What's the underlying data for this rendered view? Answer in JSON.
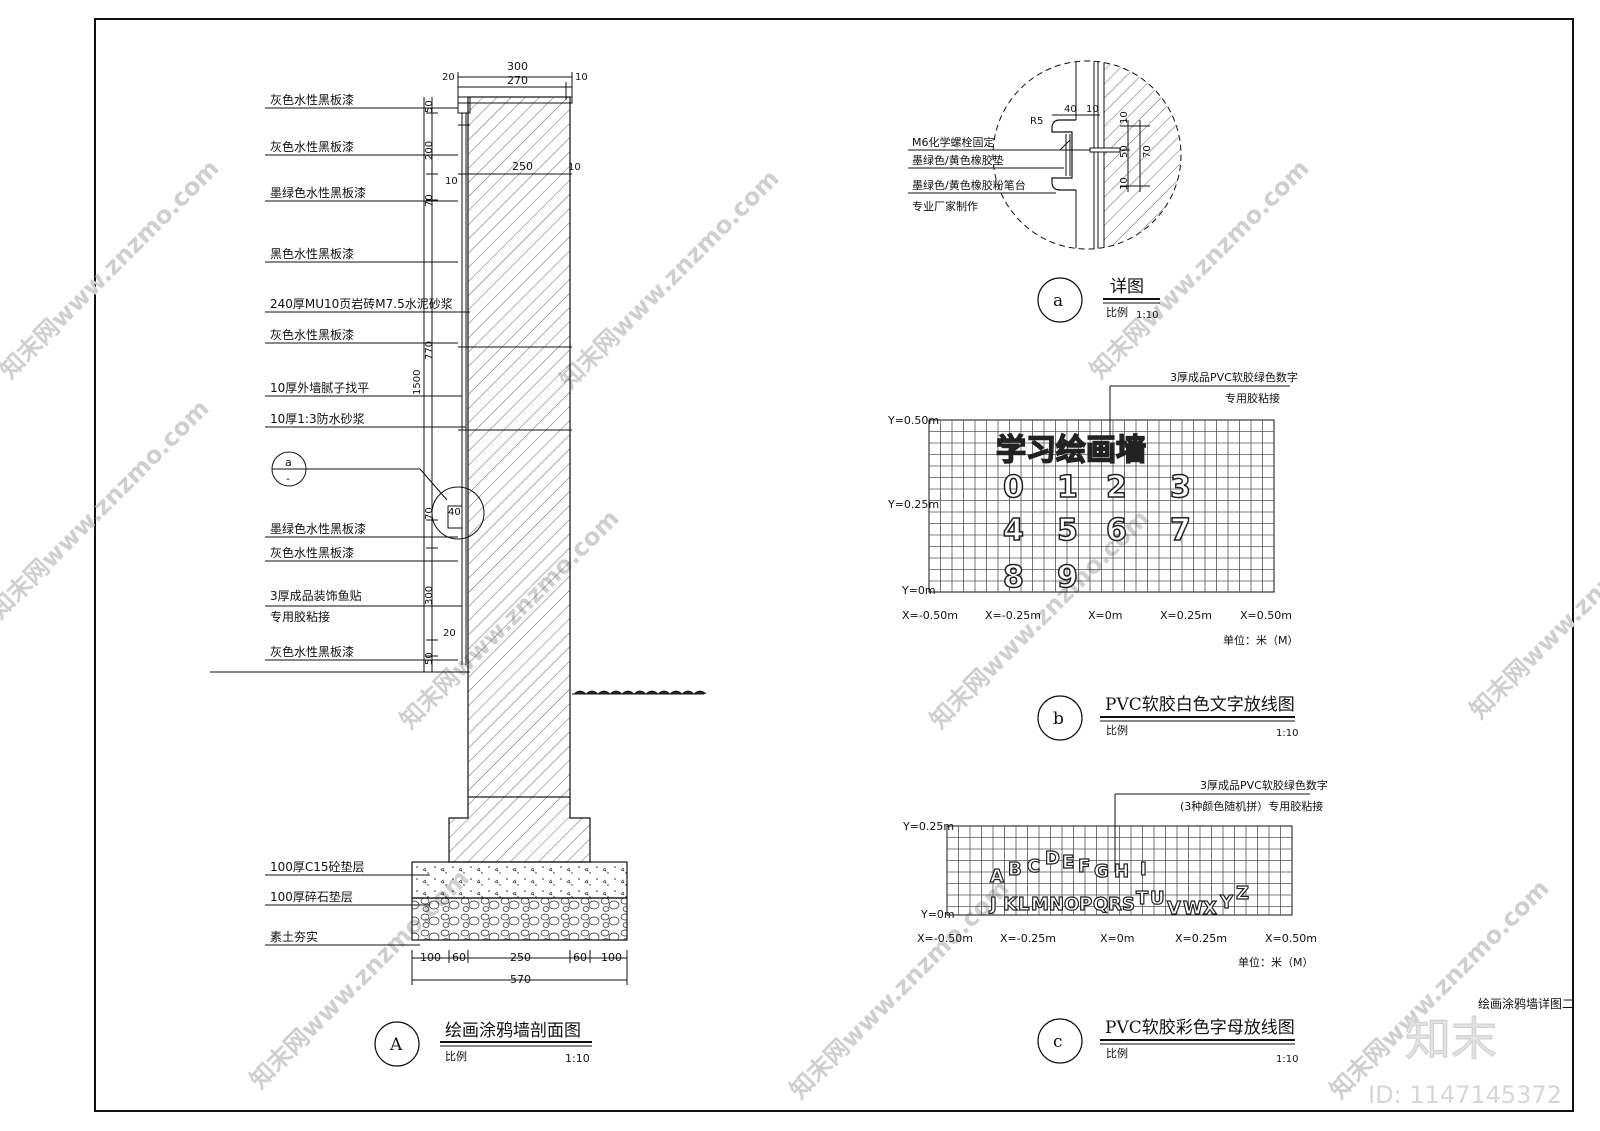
{
  "section_A": {
    "title": "绘画涂鸦墙剖面图",
    "circle": "A",
    "scale_label": "比例",
    "scale_value": "1:10",
    "callouts": [
      "灰色水性黑板漆",
      "灰色水性黑板漆",
      "墨绿色水性黑板漆",
      "黑色水性黑板漆",
      "240厚MU10页岩砖M7.5水泥砂浆",
      "灰色水性黑板漆",
      "10厚外墙腻子找平",
      "10厚1:3防水砂浆",
      "墨绿色水性黑板漆",
      "灰色水性黑板漆",
      "3厚成品装饰鱼贴",
      "专用胶粘接",
      "灰色水性黑板漆"
    ],
    "base_callouts": [
      "100厚C15砼垫层",
      "100厚碎石垫层",
      "素土夯实"
    ],
    "top_dims": [
      "300",
      "270",
      "20",
      "10"
    ],
    "inner_dim": "250",
    "inner_dim_small": "10",
    "side_dims": [
      "50",
      "200",
      "10",
      "70",
      "770",
      "1500",
      "70",
      "300",
      "20",
      "50",
      "40"
    ],
    "bottom_dims": [
      "100",
      "60",
      "250",
      "60",
      "100"
    ],
    "total_dim": "570",
    "detail_marker_top": "a",
    "detail_marker_bottom": "-"
  },
  "detail_a": {
    "title": "详图",
    "circle": "a",
    "scale_label": "比例",
    "scale_value": "1:10",
    "callouts": [
      "M6化学螺栓固定",
      "墨绿色/黄色橡胶垫",
      "墨绿色/黄色橡胶粉笔台",
      "专业厂家制作"
    ],
    "dims": [
      "40",
      "10",
      "R5",
      "10",
      "50",
      "70",
      "10"
    ]
  },
  "detail_b": {
    "title": "PVC软胶白色文字放线图",
    "circle": "b",
    "scale_label": "比例",
    "scale_value": "1:10",
    "note_line1": "3厚成品PVC软胶绿色数字",
    "note_line2": "专用胶粘接",
    "y_labels": [
      "Y=0.50m",
      "Y=0.25m",
      "Y=0m"
    ],
    "x_labels": [
      "X=-0.50m",
      "X=-0.25m",
      "X=0m",
      "X=0.25m",
      "X=0.50m"
    ],
    "unit": "单位：米（M）",
    "headline": "学习绘画墙",
    "digits_row1": [
      "0",
      "1",
      "2",
      "3"
    ],
    "digits_row2": [
      "4",
      "5",
      "6",
      "7"
    ],
    "digits_row3": [
      "8",
      "9"
    ]
  },
  "detail_c": {
    "title": "PVC软胶彩色字母放线图",
    "circle": "c",
    "scale_label": "比例",
    "scale_value": "1:10",
    "note_line1": "3厚成品PVC软胶绿色数字",
    "note_line2": "(3种颜色随机拼）专用胶粘接",
    "y_labels": [
      "Y=0.25m",
      "Y=0m"
    ],
    "x_labels": [
      "X=-0.50m",
      "X=-0.25m",
      "X=0m",
      "X=0.25m",
      "X=0.50m"
    ],
    "unit": "单位：米（M）",
    "letters_row1": [
      "A",
      "B",
      "C",
      "D",
      "E",
      "F",
      "G",
      "H",
      "I"
    ],
    "letters_row2": [
      "J",
      "K",
      "L",
      "M",
      "N",
      "O",
      "P",
      "Q",
      "R",
      "S",
      "T",
      "U",
      "V",
      "W",
      "X",
      "Y",
      "Z"
    ]
  },
  "sheet": {
    "title_block": "绘画涂鸦墙详图二",
    "brand_logo": "知末",
    "id_text": "ID: 1147145372",
    "watermark": "知末网www.znzmo.com"
  }
}
